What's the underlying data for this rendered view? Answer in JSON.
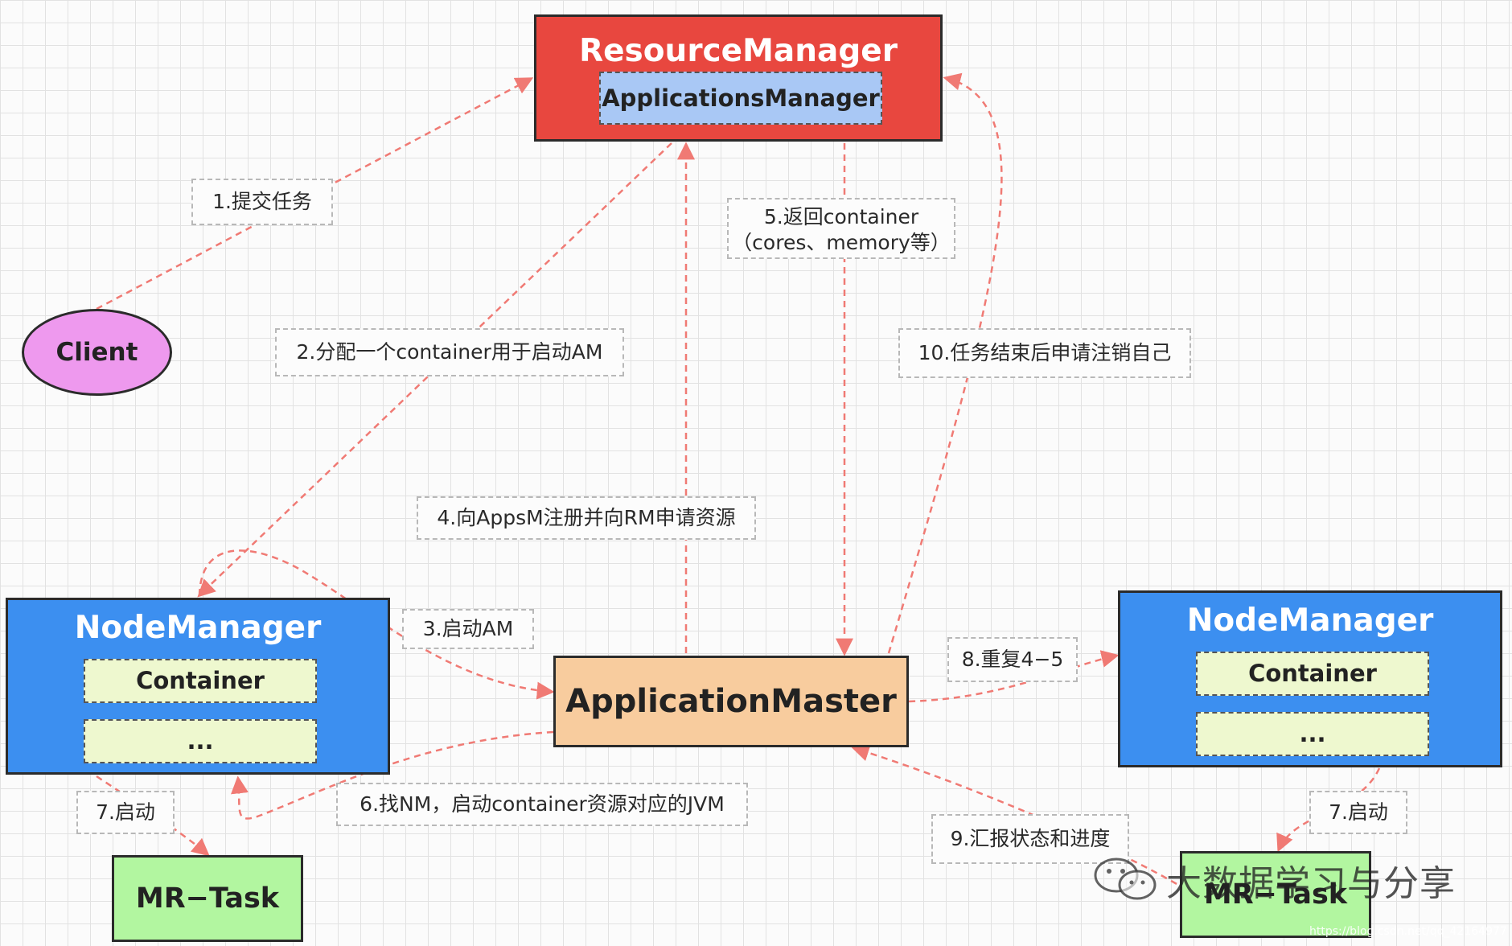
{
  "nodes": {
    "resource_manager": "ResourceManager",
    "applications_manager": "ApplicationsManager",
    "client": "Client",
    "node_manager_left": "NodeManager",
    "node_manager_right": "NodeManager",
    "container_left": "Container",
    "container_left_more": "...",
    "container_right": "Container",
    "container_right_more": "...",
    "application_master": "ApplicationMaster",
    "mr_task_left": "MR−Task",
    "mr_task_right": "MR−Task"
  },
  "labels": {
    "step1": "1.提交任务",
    "step2": "2.分配一个container用于启动AM",
    "step3": "3.启动AM",
    "step4": "4.向AppsM注册并向RM申请资源",
    "step5_line1": "5.返回container",
    "step5_line2": "（cores、memory等）",
    "step6": "6.找NM，启动container资源对应的JVM",
    "step7_left": "7.启动",
    "step7_right": "7.启动",
    "step8": "8.重复4−5",
    "step9": "9.汇报状态和进度",
    "step10": "10.任务结束后申请注销自己"
  },
  "colors": {
    "resource_manager": "#e8473f",
    "applications_manager": "#a9c8f5",
    "client": "#ee99ee",
    "node_manager": "#3c8ff0",
    "container": "#eef8cf",
    "application_master": "#f8cc9e",
    "mr_task": "#b2f6a0",
    "arrow": "#f08080"
  },
  "watermark": {
    "icon": "wechat-icon",
    "text": "大数据学习与分享",
    "url": "https://blog.csdn.net/qq_42164977"
  }
}
